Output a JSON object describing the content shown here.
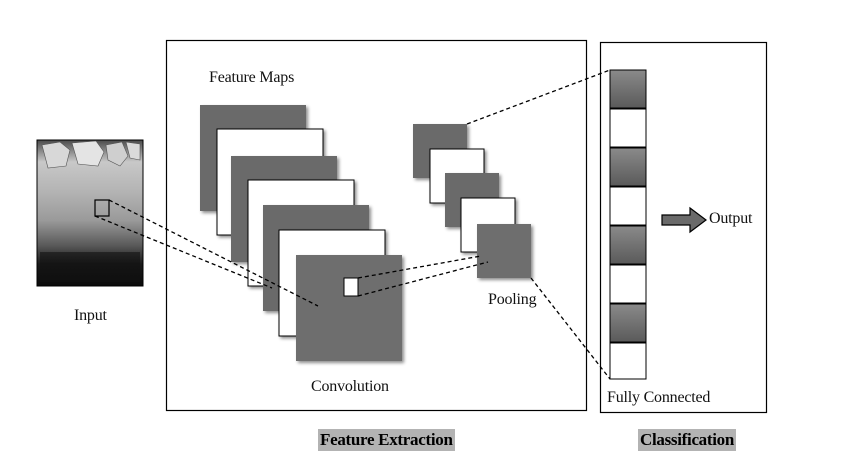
{
  "labels": {
    "feature_maps": "Feature Maps",
    "input": "Input",
    "convolution": "Convolution",
    "pooling": "Pooling",
    "output": "Output",
    "fully_connected": "Fully Connected"
  },
  "sections": {
    "feature_extraction": "Feature Extraction",
    "classification": "Classification"
  },
  "colors": {
    "dark_gray": "#6a6a6a",
    "mid_gray": "#6e6e6e",
    "label_bg": "#b3b3b3",
    "border": "#000000"
  },
  "icons": {
    "output_arrow": "right-arrow-icon"
  }
}
